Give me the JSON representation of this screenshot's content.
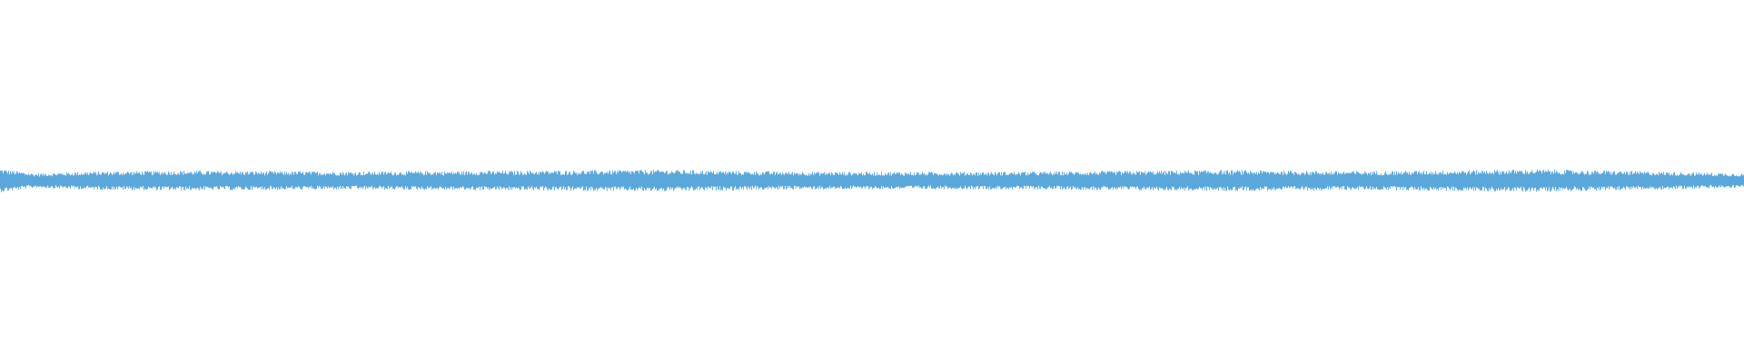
{
  "waveform": {
    "color": "#5aa7dc",
    "background": "#ffffff",
    "orientation": "horizontal",
    "centered": true,
    "envelope_points": [
      {
        "t": 0.0,
        "amp": 0.065
      },
      {
        "t": 0.02,
        "amp": 0.04
      },
      {
        "t": 0.05,
        "amp": 0.05
      },
      {
        "t": 0.1,
        "amp": 0.055
      },
      {
        "t": 0.2,
        "amp": 0.05
      },
      {
        "t": 0.3,
        "amp": 0.055
      },
      {
        "t": 0.38,
        "amp": 0.06
      },
      {
        "t": 0.45,
        "amp": 0.05
      },
      {
        "t": 0.52,
        "amp": 0.048
      },
      {
        "t": 0.6,
        "amp": 0.05
      },
      {
        "t": 0.7,
        "amp": 0.058
      },
      {
        "t": 0.78,
        "amp": 0.052
      },
      {
        "t": 0.88,
        "amp": 0.062
      },
      {
        "t": 0.95,
        "amp": 0.05
      },
      {
        "t": 1.0,
        "amp": 0.04
      }
    ]
  }
}
